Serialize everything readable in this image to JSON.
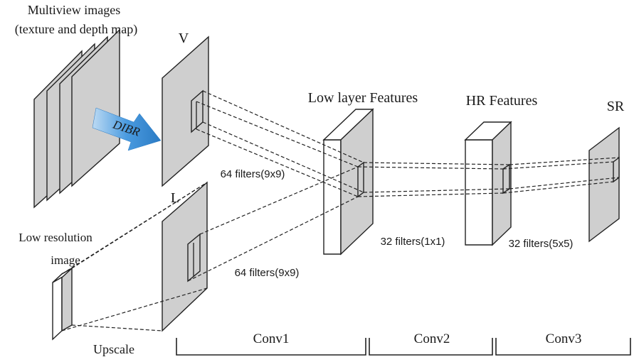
{
  "labels": {
    "multiview_line1": "Multiview images",
    "multiview_line2": "(texture and depth map)",
    "dibr": "DIBR",
    "v": "V",
    "l": "L",
    "low_res_line1": "Low resolution",
    "low_res_line2": "image",
    "upscale": "Upscale",
    "low_layer": "Low layer Features",
    "hr": "HR Features",
    "sr": "SR",
    "filters_v": "64 filters(9x9)",
    "filters_l": "64 filters(9x9)",
    "filters_conv2": "32 filters(1x1)",
    "filters_conv3": "32 filters(5x5)",
    "conv1": "Conv1",
    "conv2": "Conv2",
    "conv3": "Conv3"
  },
  "colors": {
    "plane_fill": "#cfcfcf",
    "arrow_fill": "#3d8fd6",
    "line": "#222222"
  }
}
